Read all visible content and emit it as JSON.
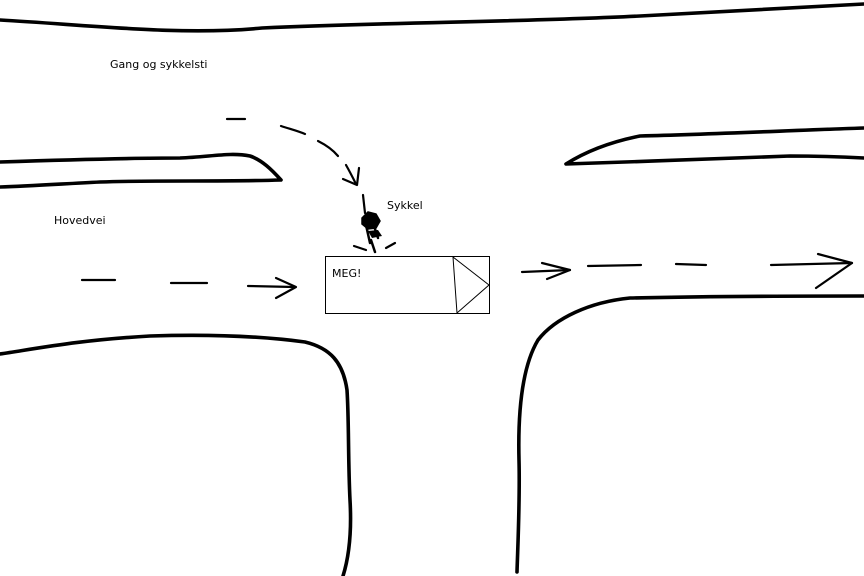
{
  "labels": {
    "path_label": "Gang og sykkelsti",
    "road_label": "Hovedvei",
    "bike_label": "Sykkel",
    "car_label": "MEG!"
  },
  "colors": {
    "ink": "#000000",
    "paper": "#ffffff"
  },
  "icons": {
    "cyclist": "cyclist-icon"
  }
}
